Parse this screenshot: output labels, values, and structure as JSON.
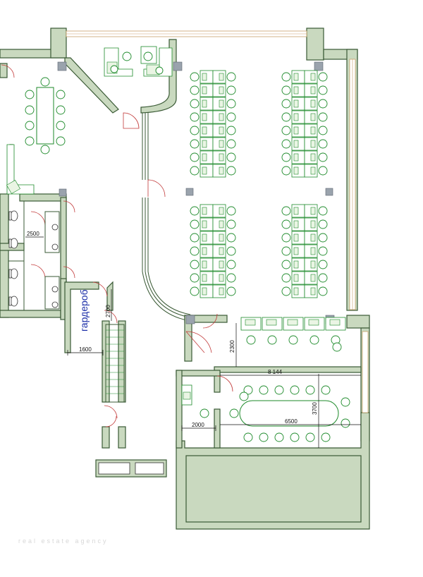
{
  "labels": {
    "wardrobe": "гардероб"
  },
  "dimensions": {
    "d2500": "2500",
    "d2700": "2700",
    "d1600": "1600",
    "d2300": "2300",
    "d8144": "8 144",
    "d3700": "3700",
    "d6500": "6500",
    "d2000": "2000"
  },
  "watermark": {
    "tagline": "real estate agency"
  },
  "colors": {
    "wall_fill": "#c9d9bf",
    "furniture": "#1d8a2a",
    "dimension_text": "#111111",
    "wardrobe_label": "#1c2fa8",
    "column": "#9aa3ad"
  }
}
